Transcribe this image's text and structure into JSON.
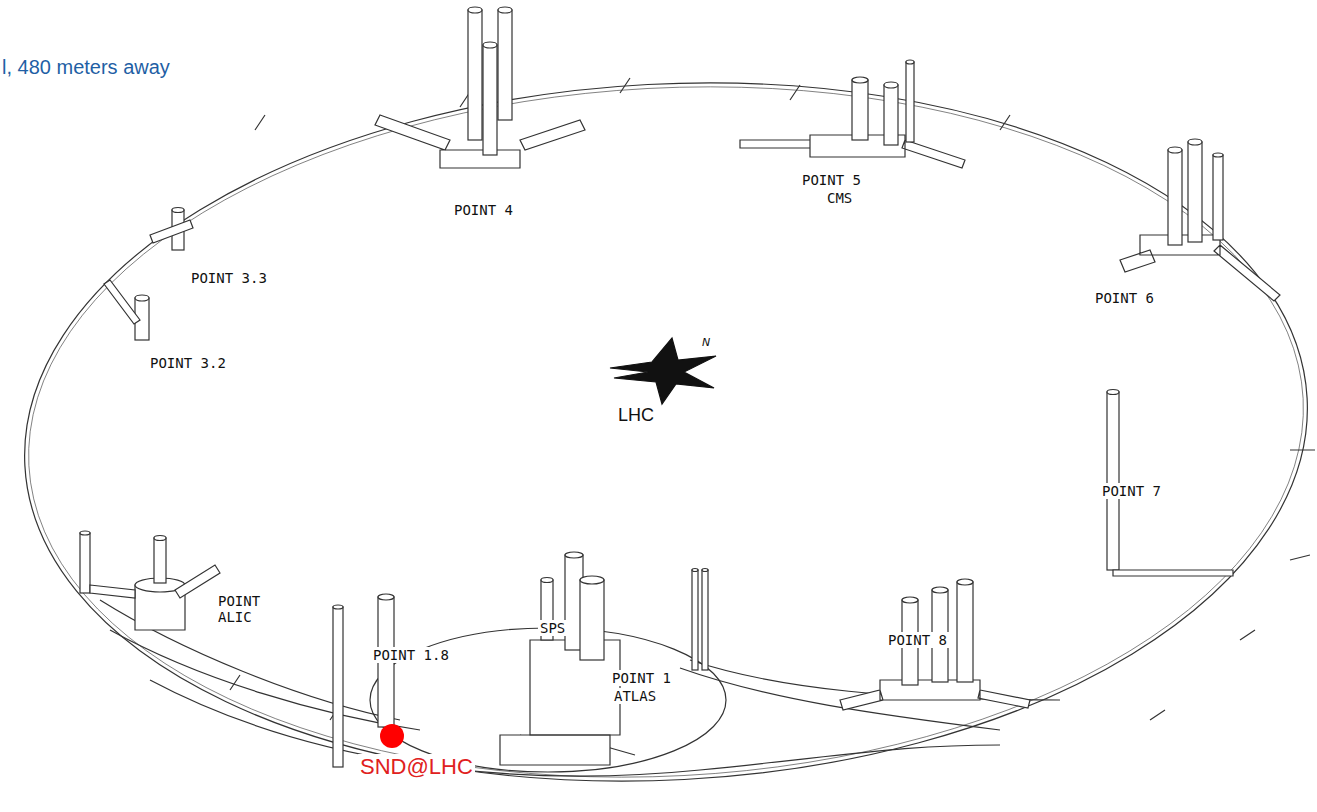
{
  "diagram": {
    "labels": [
      "l, 480 meters away",
      "POINT 4",
      "POINT 5",
      "CMS",
      "POINT 6",
      "POINT 3.3",
      "POINT 3.2",
      "LHC",
      "N",
      "POINT 7",
      "POINT ALIC",
      "SPS",
      "POINT 8",
      "POINT 1.8",
      "POINT 1",
      "ATLAS",
      "SND@LHC"
    ]
  }
}
